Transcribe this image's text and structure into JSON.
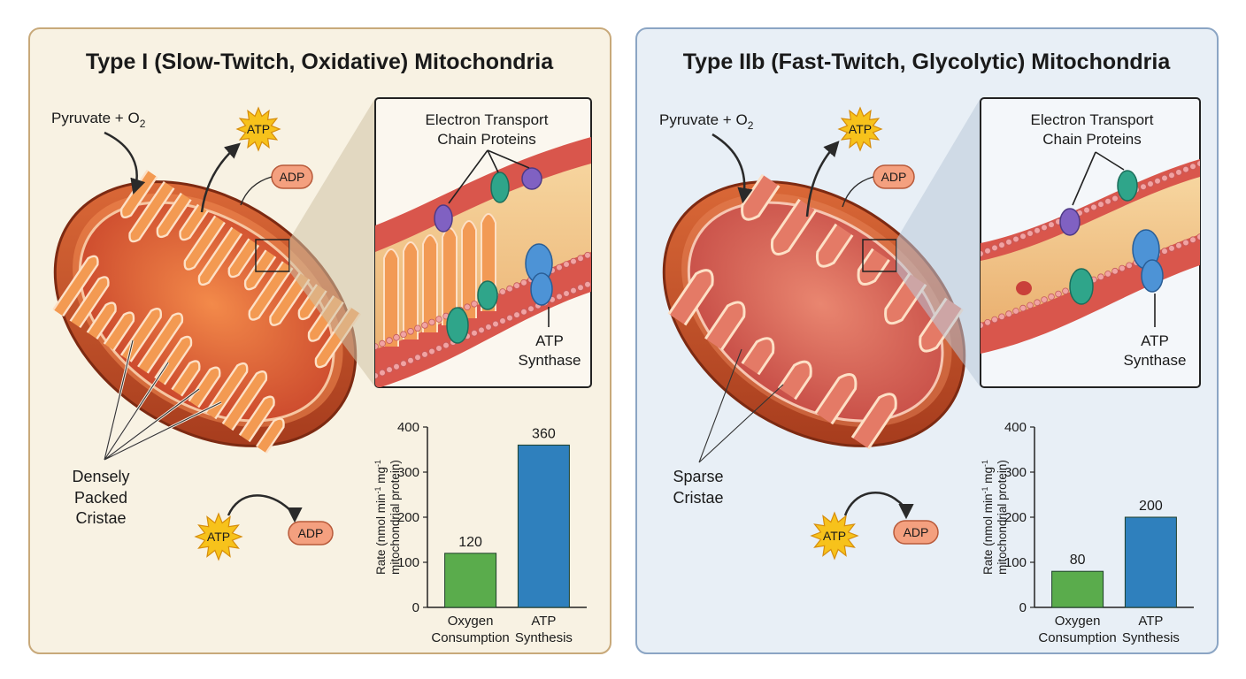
{
  "panels": [
    {
      "title": "Type I (Slow-Twitch, Oxidative) Mitochondria",
      "bg": "#f8f2e3",
      "border": "#c8a97a",
      "substrate": "Pyruvate + O",
      "substrate_sub": "2",
      "atp": "ATP",
      "adp": "ADP",
      "etc_label_1": "Electron Transport",
      "etc_label_2": "Chain Proteins",
      "synthase_label_1": "ATP",
      "synthase_label_2": "Synthase",
      "cristae_lines": [
        "Densely",
        "Packed",
        "Cristae"
      ],
      "cristae_density": "dense",
      "chart_data": {
        "type": "bar",
        "categories": [
          [
            "Oxygen",
            "Consumption"
          ],
          [
            "ATP",
            "Synthesis"
          ]
        ],
        "values": [
          120,
          360
        ],
        "value_labels": [
          "120",
          "360"
        ],
        "colors": [
          "#5aac4c",
          "#2f80bd"
        ],
        "ylabel_1": "Rate (nmol min",
        "ylabel_sup_1": "-1",
        "ylabel_2": " mg",
        "ylabel_sup_2": "-1",
        "ylabel_3": "mitochondrial protein)",
        "yticks": [
          "0",
          "100",
          "200",
          "300",
          "400"
        ],
        "ylim": [
          0,
          400
        ]
      }
    },
    {
      "title": "Type IIb (Fast-Twitch, Glycolytic) Mitochondria",
      "bg": "#e8eff6",
      "border": "#8ba5c4",
      "substrate": "Pyruvate + O",
      "substrate_sub": "2",
      "atp": "ATP",
      "adp": "ADP",
      "etc_label_1": "Electron Transport",
      "etc_label_2": "Chain Proteins",
      "synthase_label_1": "ATP",
      "synthase_label_2": "Synthase",
      "cristae_lines": [
        "Sparse",
        "Cristae"
      ],
      "cristae_density": "sparse",
      "chart_data": {
        "type": "bar",
        "categories": [
          [
            "Oxygen",
            "Consumption"
          ],
          [
            "ATP",
            "Synthesis"
          ]
        ],
        "values": [
          80,
          200
        ],
        "value_labels": [
          "80",
          "200"
        ],
        "colors": [
          "#5aac4c",
          "#2f80bd"
        ],
        "ylabel_1": "Rate (nmol min",
        "ylabel_sup_1": "-1",
        "ylabel_2": " mg",
        "ylabel_sup_2": "-1",
        "ylabel_3": "mitochondrial protein)",
        "yticks": [
          "0",
          "100",
          "200",
          "300",
          "400"
        ],
        "ylim": [
          0,
          400
        ]
      }
    }
  ],
  "colors": {
    "outer_membrane": "#b8401f",
    "outer_membrane_hi": "#e8753e",
    "matrix": "#e0593c",
    "matrix_sparse": "#d55a4e",
    "crista": "#f08c4a",
    "crista_edge": "#fde0c6",
    "atp_star": "#f7c21b",
    "adp_pill": "#f4a07f",
    "membrane_band": "#f5c98a",
    "protein_purple": "#8061c2",
    "protein_teal": "#2fa58a",
    "protein_blue": "#4d93d6"
  }
}
